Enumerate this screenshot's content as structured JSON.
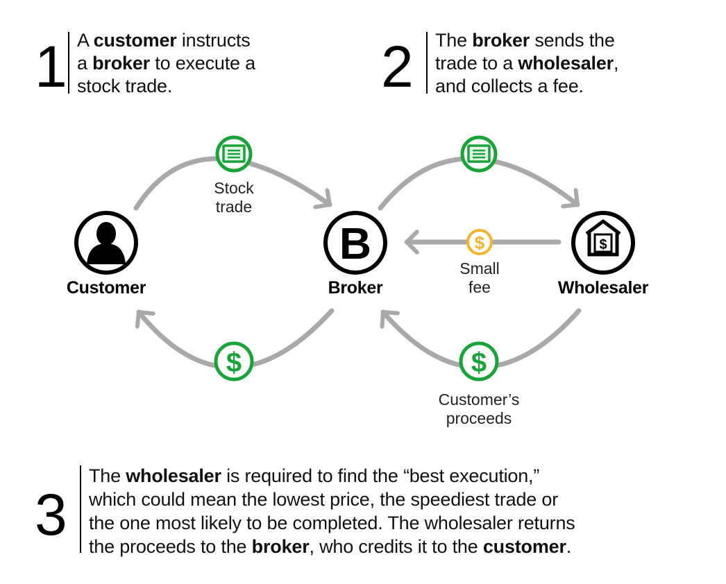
{
  "steps": [
    {
      "number": "1",
      "lines": [
        [
          {
            "t": "A ",
            "b": false
          },
          {
            "t": "customer",
            "b": true
          },
          {
            "t": " instructs",
            "b": false
          }
        ],
        [
          {
            "t": "a ",
            "b": false
          },
          {
            "t": "broker",
            "b": true
          },
          {
            "t": " to execute a",
            "b": false
          }
        ],
        [
          {
            "t": "stock trade.",
            "b": false
          }
        ]
      ]
    },
    {
      "number": "2",
      "lines": [
        [
          {
            "t": "The ",
            "b": false
          },
          {
            "t": "broker",
            "b": true
          },
          {
            "t": " sends the",
            "b": false
          }
        ],
        [
          {
            "t": "trade to a ",
            "b": false
          },
          {
            "t": "wholesaler",
            "b": true
          },
          {
            "t": ",",
            "b": false
          }
        ],
        [
          {
            "t": "and collects a fee.",
            "b": false
          }
        ]
      ]
    },
    {
      "number": "3",
      "lines": [
        [
          {
            "t": "The ",
            "b": false
          },
          {
            "t": "wholesaler",
            "b": true
          },
          {
            "t": " is required to find the “best execution,”",
            "b": false
          }
        ],
        [
          {
            "t": "which could mean the lowest price, the speediest trade or",
            "b": false
          }
        ],
        [
          {
            "t": "the one most likely to be completed. The wholesaler returns",
            "b": false
          }
        ],
        [
          {
            "t": "the proceeds to the ",
            "b": false
          },
          {
            "t": "broker",
            "b": true
          },
          {
            "t": ", who credits it to the ",
            "b": false
          },
          {
            "t": "customer",
            "b": true
          },
          {
            "t": ".",
            "b": false
          }
        ]
      ]
    }
  ],
  "nodes": {
    "customer": {
      "label": "Customer",
      "icon": "person-icon"
    },
    "broker": {
      "label": "Broker",
      "icon": "broker-b-icon",
      "glyph": "B"
    },
    "wholesaler": {
      "label": "Wholesaler",
      "icon": "building-dollar-icon",
      "glyph": "$"
    }
  },
  "flows": {
    "stock_trade": {
      "lines": [
        "Stock",
        "trade"
      ]
    },
    "small_fee": {
      "lines": [
        "Small",
        "fee"
      ],
      "glyph": "$"
    },
    "proceeds": {
      "lines": [
        "Customer’s",
        "proceeds"
      ]
    },
    "dollar_glyph": "$"
  },
  "colors": {
    "green": "#1aa33a",
    "green_fill": "#e3f5e6",
    "gold": "#f2b52b",
    "arrow_gray": "#a9a9a9",
    "black": "#000000"
  }
}
